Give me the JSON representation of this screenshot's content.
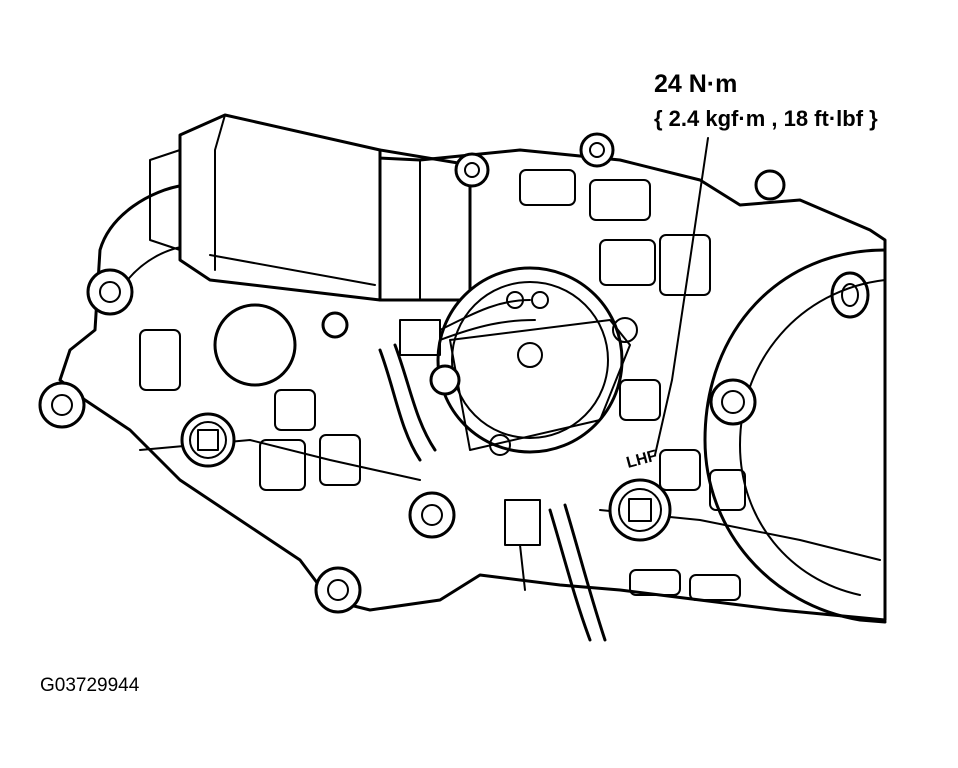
{
  "callout": {
    "torque_main": "24 N·m",
    "torque_conversion": "{ 2.4 kgf·m , 18 ft·lbf }"
  },
  "figure": {
    "id": "G03729944",
    "stamp_text": "LHF"
  },
  "colors": {
    "ink": "#000000",
    "paper": "#ffffff"
  }
}
